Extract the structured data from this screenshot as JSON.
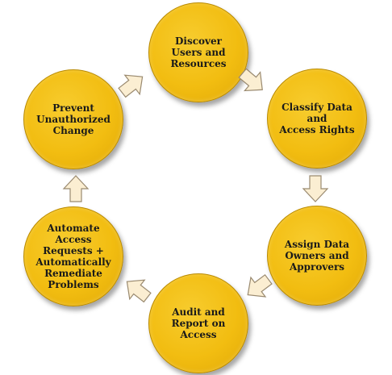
{
  "cycle": {
    "nodes": [
      {
        "id": "discover",
        "label": "Discover\nUsers and\nResources"
      },
      {
        "id": "classify",
        "label": "Classify Data\nand\nAccess Rights"
      },
      {
        "id": "assign",
        "label": "Assign Data\nOwners and\nApprovers"
      },
      {
        "id": "audit",
        "label": "Audit and\nReport on\nAccess"
      },
      {
        "id": "automate",
        "label": "Automate\nAccess\nRequests +\nAutomatically\nRemediate\nProblems"
      },
      {
        "id": "prevent",
        "label": "Prevent\nUnauthorized\nChange"
      }
    ],
    "arrow_direction": "clockwise",
    "colors": {
      "node_fill": "#f2bd11",
      "node_border": "#b98a00",
      "arrow_fill": "#fbeed2",
      "arrow_stroke": "#9a8a70"
    }
  }
}
